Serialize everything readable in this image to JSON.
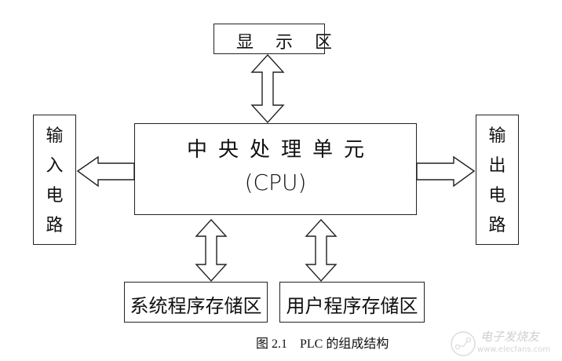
{
  "diagram": {
    "display": {
      "label": "显示区"
    },
    "cpu": {
      "title": "中央处理单元",
      "subtitle": "(CPU)"
    },
    "input_circuit": {
      "label": "输入电路"
    },
    "output_circuit": {
      "label": "输出电路"
    },
    "system_memory": {
      "label": "系统程序存储区"
    },
    "user_memory": {
      "label": "用户程序存储区"
    },
    "arrows": [
      {
        "from": "cpu",
        "to": "display",
        "direction": "bidirectional"
      },
      {
        "from": "cpu",
        "to": "input_circuit",
        "direction": "to-input"
      },
      {
        "from": "cpu",
        "to": "output_circuit",
        "direction": "to-output"
      },
      {
        "from": "cpu",
        "to": "system_memory",
        "direction": "bidirectional"
      },
      {
        "from": "cpu",
        "to": "user_memory",
        "direction": "bidirectional"
      }
    ]
  },
  "caption": "图 2.1　PLC 的组成结构",
  "watermark": {
    "name": "电子发烧友",
    "url": "www.elecfans.com"
  }
}
